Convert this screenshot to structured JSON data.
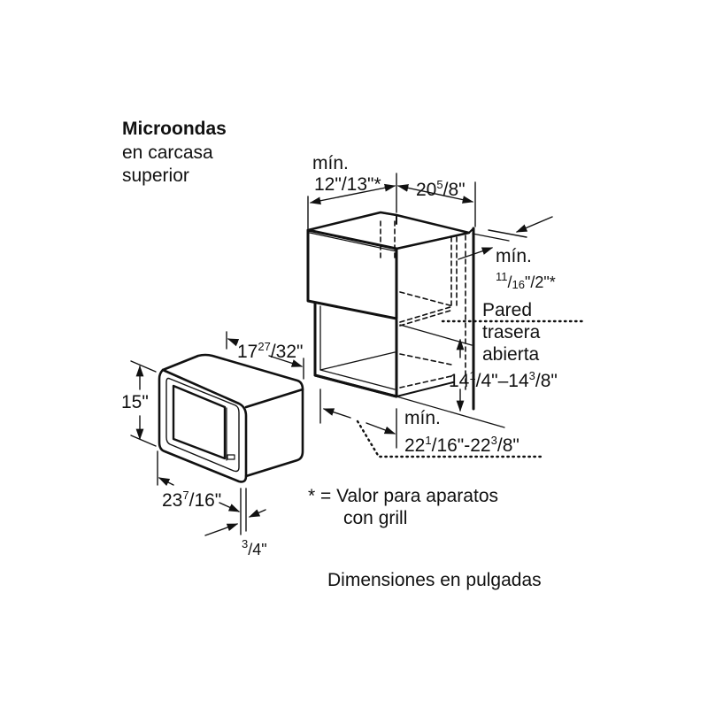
{
  "title": {
    "line1": "Microondas",
    "line2": "en carcasa",
    "line3": "superior"
  },
  "dimensions": {
    "top_min_label": "mín.",
    "top_left": {
      "whole": "12\"/13\"*"
    },
    "top_right": {
      "whole": "20",
      "num": "5",
      "den": "8",
      "unit": "\""
    },
    "side_min_label": "mín.",
    "side_gap": {
      "num": "11",
      "den": "16",
      "rest": "\"/2\"*"
    },
    "rear_wall": {
      "line1": "Pared",
      "line2": "trasera",
      "line3": "abierta"
    },
    "opening_height": {
      "a_whole": "14",
      "a_num": "1",
      "a_den": "4",
      "sep": "\"–",
      "b_whole": "14",
      "b_num": "3",
      "b_den": "8",
      "unit": "\""
    },
    "depth_min_label": "mín.",
    "depth": {
      "a_whole": "22",
      "a_num": "1",
      "a_den": "16",
      "sep": "\"-",
      "b_whole": "22",
      "b_num": "3",
      "b_den": "8",
      "unit": "\""
    },
    "microwave_depth": {
      "whole": "17",
      "num": "27",
      "den": "32",
      "unit": "\""
    },
    "microwave_height": {
      "value": "15\""
    },
    "microwave_width": {
      "whole": "23",
      "num": "7",
      "den": "16",
      "unit": "\""
    },
    "frame_thickness": {
      "num": "3",
      "den": "4",
      "unit": "\""
    }
  },
  "footnote": {
    "line1": "* = Valor para aparatos",
    "line2": "con grill"
  },
  "units_note": "Dimensiones en pulgadas"
}
